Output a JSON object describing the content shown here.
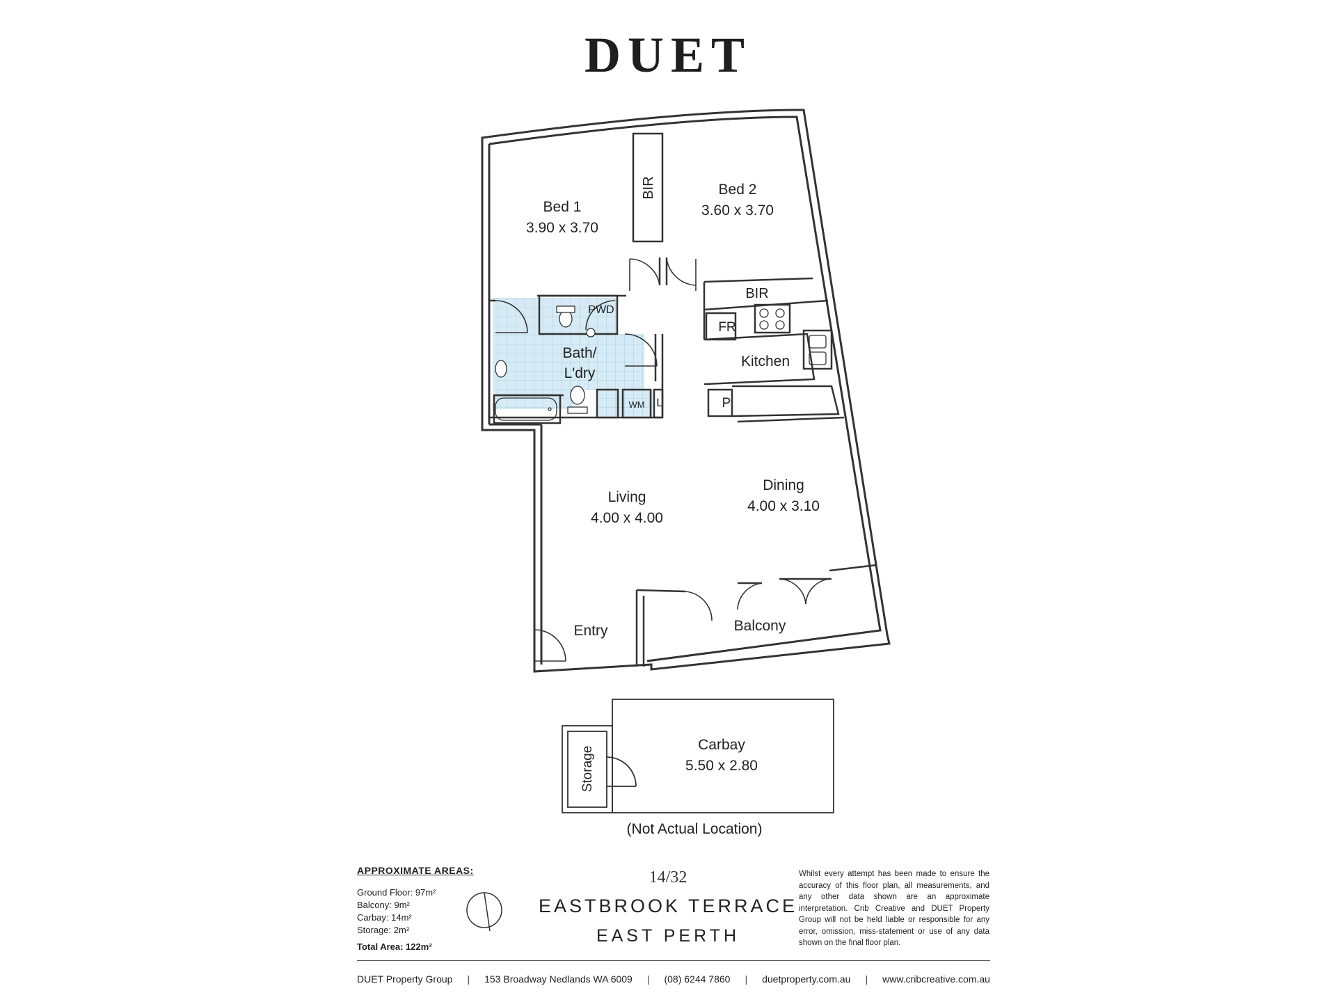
{
  "brand": "DUET",
  "rooms": {
    "bed1_name": "Bed 1",
    "bed1_dim": "3.90 x 3.70",
    "bed2_name": "Bed 2",
    "bed2_dim": "3.60 x 3.70",
    "bir_1": "BIR",
    "bir_2": "BIR",
    "pwd": "PWD",
    "bath_line1": "Bath/",
    "bath_line2": "L'dry",
    "wm": "WM",
    "linen": "L",
    "fridge": "FR",
    "pantry": "P",
    "kitchen": "Kitchen",
    "living_name": "Living",
    "living_dim": "4.00 x 4.00",
    "dining_name": "Dining",
    "dining_dim": "4.00 x 3.10",
    "entry": "Entry",
    "balcony": "Balcony",
    "carbay_name": "Carbay",
    "carbay_dim": "5.50 x 2.80",
    "storage": "Storage",
    "not_actual": "(Not Actual Location)"
  },
  "areas": {
    "heading": "APPROXIMATE AREAS:",
    "ground": "Ground Floor: 97m²",
    "balcony": "Balcony: 9m²",
    "carbay": "Carbay: 14m²",
    "storage": "Storage: 2m²",
    "total": "Total Area: 122m²"
  },
  "address": {
    "unit": "14/32",
    "street": "EASTBROOK TERRACE",
    "suburb": "EAST PERTH"
  },
  "disclaimer": "Whilst every attempt has been made to ensure the accuracy of this floor plan, all measurements, and any other data shown are an approximate interpretation. Crib Creative and DUET Property Group will not be held liable or responsible for any error, omission, miss-statement or use of any data shown on the final floor plan.",
  "footer": {
    "company": "DUET Property Group",
    "address": "153 Broadway Nedlands WA 6009",
    "phone": "(08) 6244 7860",
    "web1": "duetproperty.com.au",
    "web2": "www.cribcreative.com.au",
    "separator": "|"
  },
  "colors": {
    "tile": "#d6ebf5",
    "wall": "#333333"
  },
  "icons": [
    "compass-north-icon",
    "door-swing-icon",
    "toilet-icon",
    "cooktop-icon",
    "sink-icon",
    "bathtub-icon",
    "basin-icon"
  ]
}
